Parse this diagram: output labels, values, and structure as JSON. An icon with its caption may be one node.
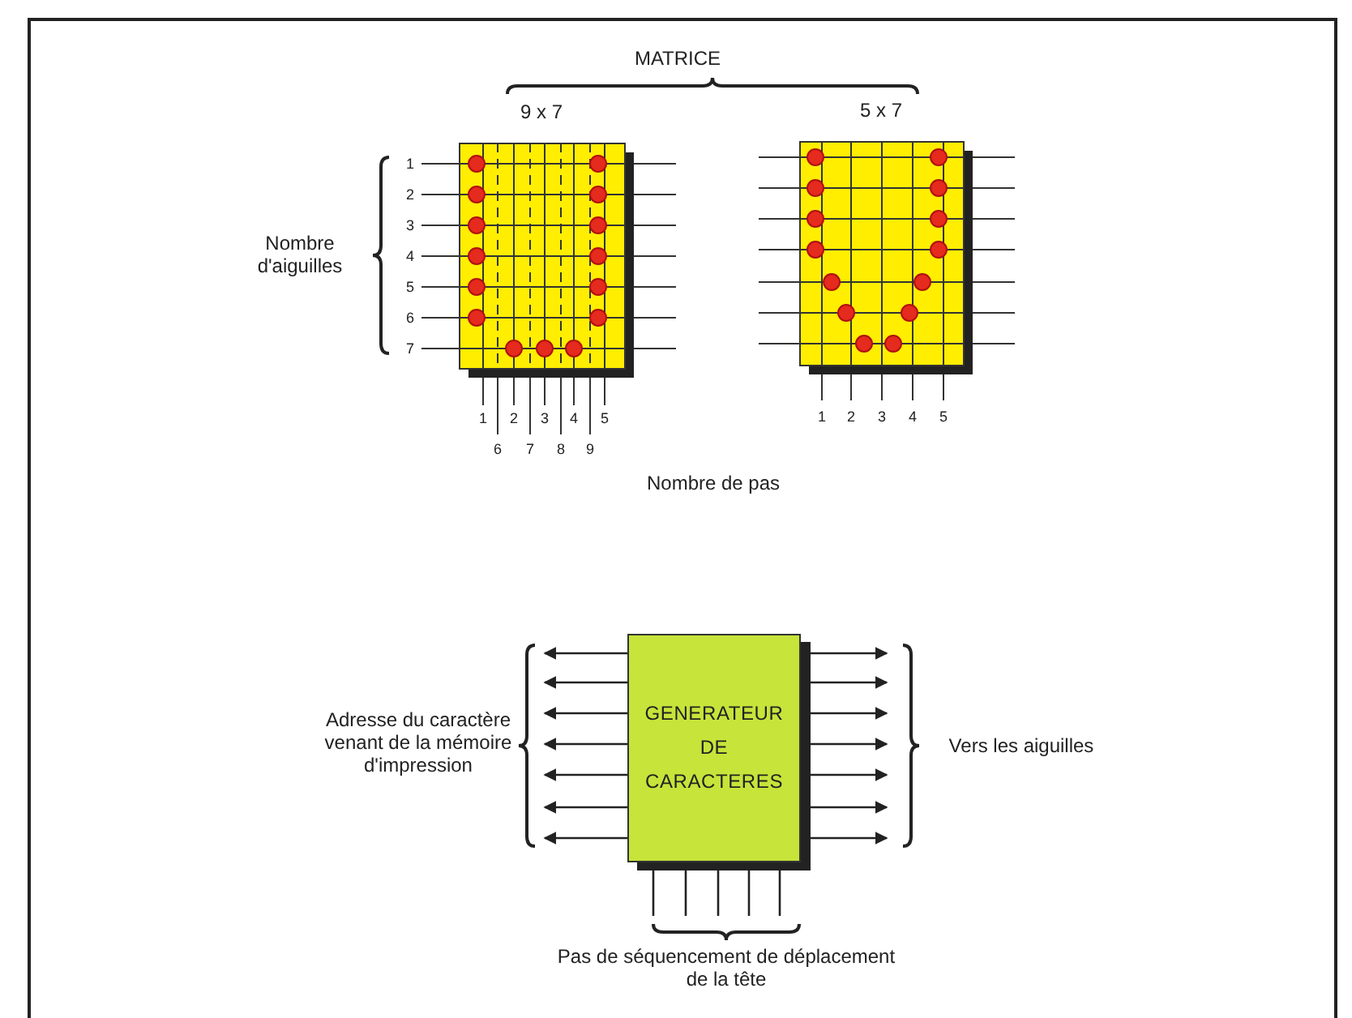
{
  "diagram": {
    "nodes": [
      {
        "text": [
          "9 x 7"
        ]
      },
      {
        "text": [
          "5 x 7"
        ]
      },
      {
        "text": [
          "GENERATEUR DE CARACTERES"
        ]
      }
    ],
    "edges": [
      {
        "from": 2,
        "to": null,
        "arrow": "to"
      },
      {
        "from": 2,
        "to": null,
        "arrow": "to"
      },
      {
        "from": 2,
        "to": null,
        "arrow": "to"
      },
      {
        "from": 2,
        "to": null,
        "arrow": "to"
      },
      {
        "from": 2,
        "to": null,
        "arrow": "to"
      },
      {
        "from": 2,
        "to": null,
        "arrow": "to"
      },
      {
        "from": 2,
        "to": null,
        "arrow": "to"
      },
      {
        "from": 2,
        "to": null,
        "arrow": "to"
      },
      {
        "from": 2,
        "to": null,
        "arrow": "to"
      },
      {
        "from": 2,
        "to": null,
        "arrow": "to"
      },
      {
        "from": 2,
        "to": null,
        "arrow": "to"
      },
      {
        "from": 2,
        "to": null,
        "arrow": "to"
      },
      {
        "from": 2,
        "to": null,
        "arrow": "to"
      },
      {
        "from": 2,
        "to": null,
        "arrow": "to"
      },
      {
        "from": 2,
        "to": null,
        "arrow": "none"
      },
      {
        "from": 2,
        "to": null,
        "arrow": "none"
      },
      {
        "from": 2,
        "to": null,
        "arrow": "none"
      },
      {
        "from": 2,
        "to": null,
        "arrow": "none"
      },
      {
        "from": 2,
        "to": null,
        "arrow": "none"
      }
    ],
    "labels": [
      "MATRICE",
      "Nombre d'aiguilles",
      "1",
      "2",
      "3",
      "4",
      "5",
      "6",
      "7",
      "1",
      "2",
      "3",
      "4",
      "5",
      "6",
      "7",
      "8",
      "9",
      "1",
      "2",
      "3",
      "4",
      "5",
      "Nombre de pas",
      "Adresse du caractère venant de la mémoire d'impression",
      "Vers les aiguilles",
      "Pas de séquencement de déplacement de la tête"
    ]
  }
}
